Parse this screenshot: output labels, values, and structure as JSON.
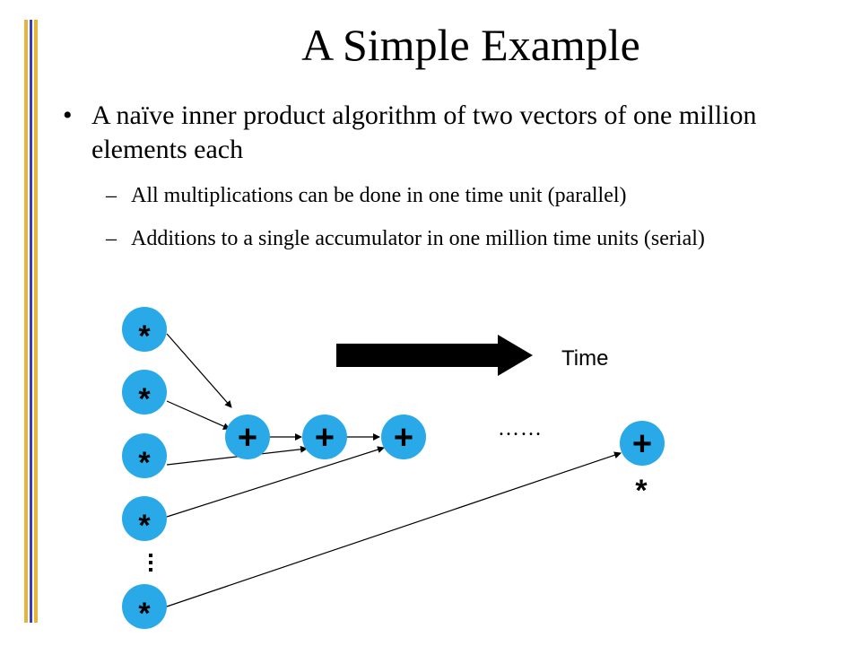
{
  "slide": {
    "title": "A Simple Example",
    "bullet_mark": "•",
    "sub_mark": "–",
    "bullet": "A naïve inner product algorithm of two vectors of one million elements each",
    "sub_bullets": [
      "All multiplications can be done in one time unit (parallel)",
      "Additions to a single accumulator in one million time units (serial)"
    ]
  },
  "diagram": {
    "multiply_symbol": "*",
    "add_symbol": "+",
    "time_label": "Time",
    "ellipsis": "……",
    "extra_multiply": "*",
    "node_color": "#29A9E8",
    "arrow_color": "#000000"
  },
  "colors": {
    "accent_gold": "#E8B33A",
    "accent_blue": "#3A3FB8"
  }
}
